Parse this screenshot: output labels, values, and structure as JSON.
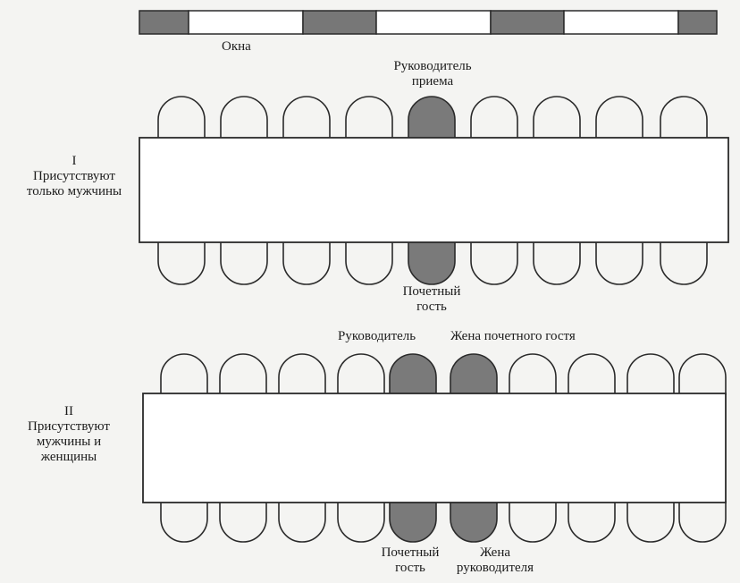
{
  "windows": {
    "label": "Окна",
    "segments": [
      "dark",
      "light",
      "dark",
      "light",
      "dark",
      "light",
      "dark"
    ]
  },
  "arrangements": [
    {
      "numeral": "I",
      "caption_line1": "Присутствуют",
      "caption_line2": "только мужчины",
      "top_seats": [
        "empty",
        "empty",
        "empty",
        "empty",
        "host",
        "empty",
        "empty",
        "empty",
        "empty"
      ],
      "bottom_seats": [
        "empty",
        "empty",
        "empty",
        "empty",
        "guest",
        "empty",
        "empty",
        "empty",
        "empty"
      ],
      "top_label_line1": "Руководитель",
      "top_label_line2": "приема",
      "bottom_label_line1": "Почетный",
      "bottom_label_line2": "гость"
    },
    {
      "numeral": "II",
      "caption_line1": "Присутствуют",
      "caption_line2": "мужчины и",
      "caption_line3": "женщины",
      "top_seats": [
        "empty",
        "empty",
        "empty",
        "empty",
        "host",
        "guest-wife",
        "empty",
        "empty",
        "empty",
        "empty"
      ],
      "bottom_seats": [
        "empty",
        "empty",
        "empty",
        "empty",
        "guest",
        "host-wife",
        "empty",
        "empty",
        "empty",
        "empty"
      ],
      "top_label_host": "Руководитель",
      "top_label_guest_wife": "Жена почетного гостя",
      "bottom_label_guest_line1": "Почетный",
      "bottom_label_guest_line2": "гость",
      "bottom_label_host_wife_line1": "Жена",
      "bottom_label_host_wife_line2": "руководителя"
    }
  ],
  "colors": {
    "background": "#f4f4f2",
    "stroke": "#2a2a2a",
    "window_dark": "#777777",
    "seat_occupied": "#7a7a7a",
    "seat_empty": "#ffffff"
  }
}
